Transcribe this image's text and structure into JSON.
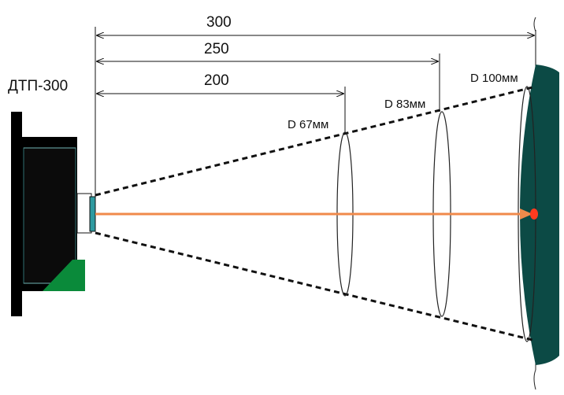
{
  "device": {
    "label": "ДТП-300",
    "body_color": "#000000",
    "inner_color": "#0b0b0b",
    "lens_color": "#2e9aa0",
    "corner_color": "#0a8a3a"
  },
  "beam": {
    "color": "#f08a4b",
    "tip_color": "#ff3b1f"
  },
  "target": {
    "color": "#0c4a45"
  },
  "distances": [
    {
      "label": "300"
    },
    {
      "label": "250"
    },
    {
      "label": "200"
    }
  ],
  "spots": [
    {
      "label": "D 67мм"
    },
    {
      "label": "D 83мм"
    },
    {
      "label": "D 100мм"
    }
  ]
}
